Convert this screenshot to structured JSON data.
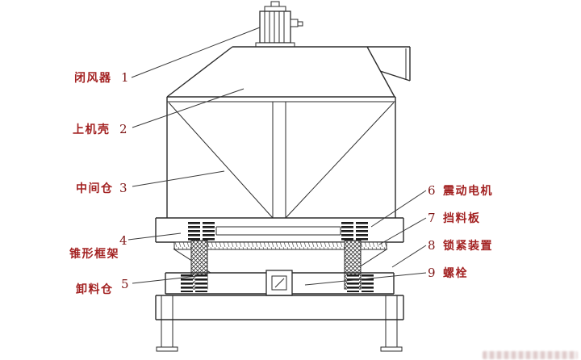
{
  "colors": {
    "label_text": "#a32222",
    "label_number": "#7e1616",
    "diagram_line": "#2b2b2b",
    "background": "#ffffff"
  },
  "labels": {
    "left": [
      {
        "num": "1",
        "text": "闭风器"
      },
      {
        "num": "2",
        "text": "上机壳"
      },
      {
        "num": "3",
        "text": "中间仓"
      },
      {
        "num": "4",
        "text": "锥形框架"
      },
      {
        "num": "5",
        "text": "卸料仓"
      }
    ],
    "right": [
      {
        "num": "6",
        "text": "震动电机"
      },
      {
        "num": "7",
        "text": "挡料板"
      },
      {
        "num": "8",
        "text": "锁紧装置"
      },
      {
        "num": "9",
        "text": "螺栓"
      }
    ]
  }
}
